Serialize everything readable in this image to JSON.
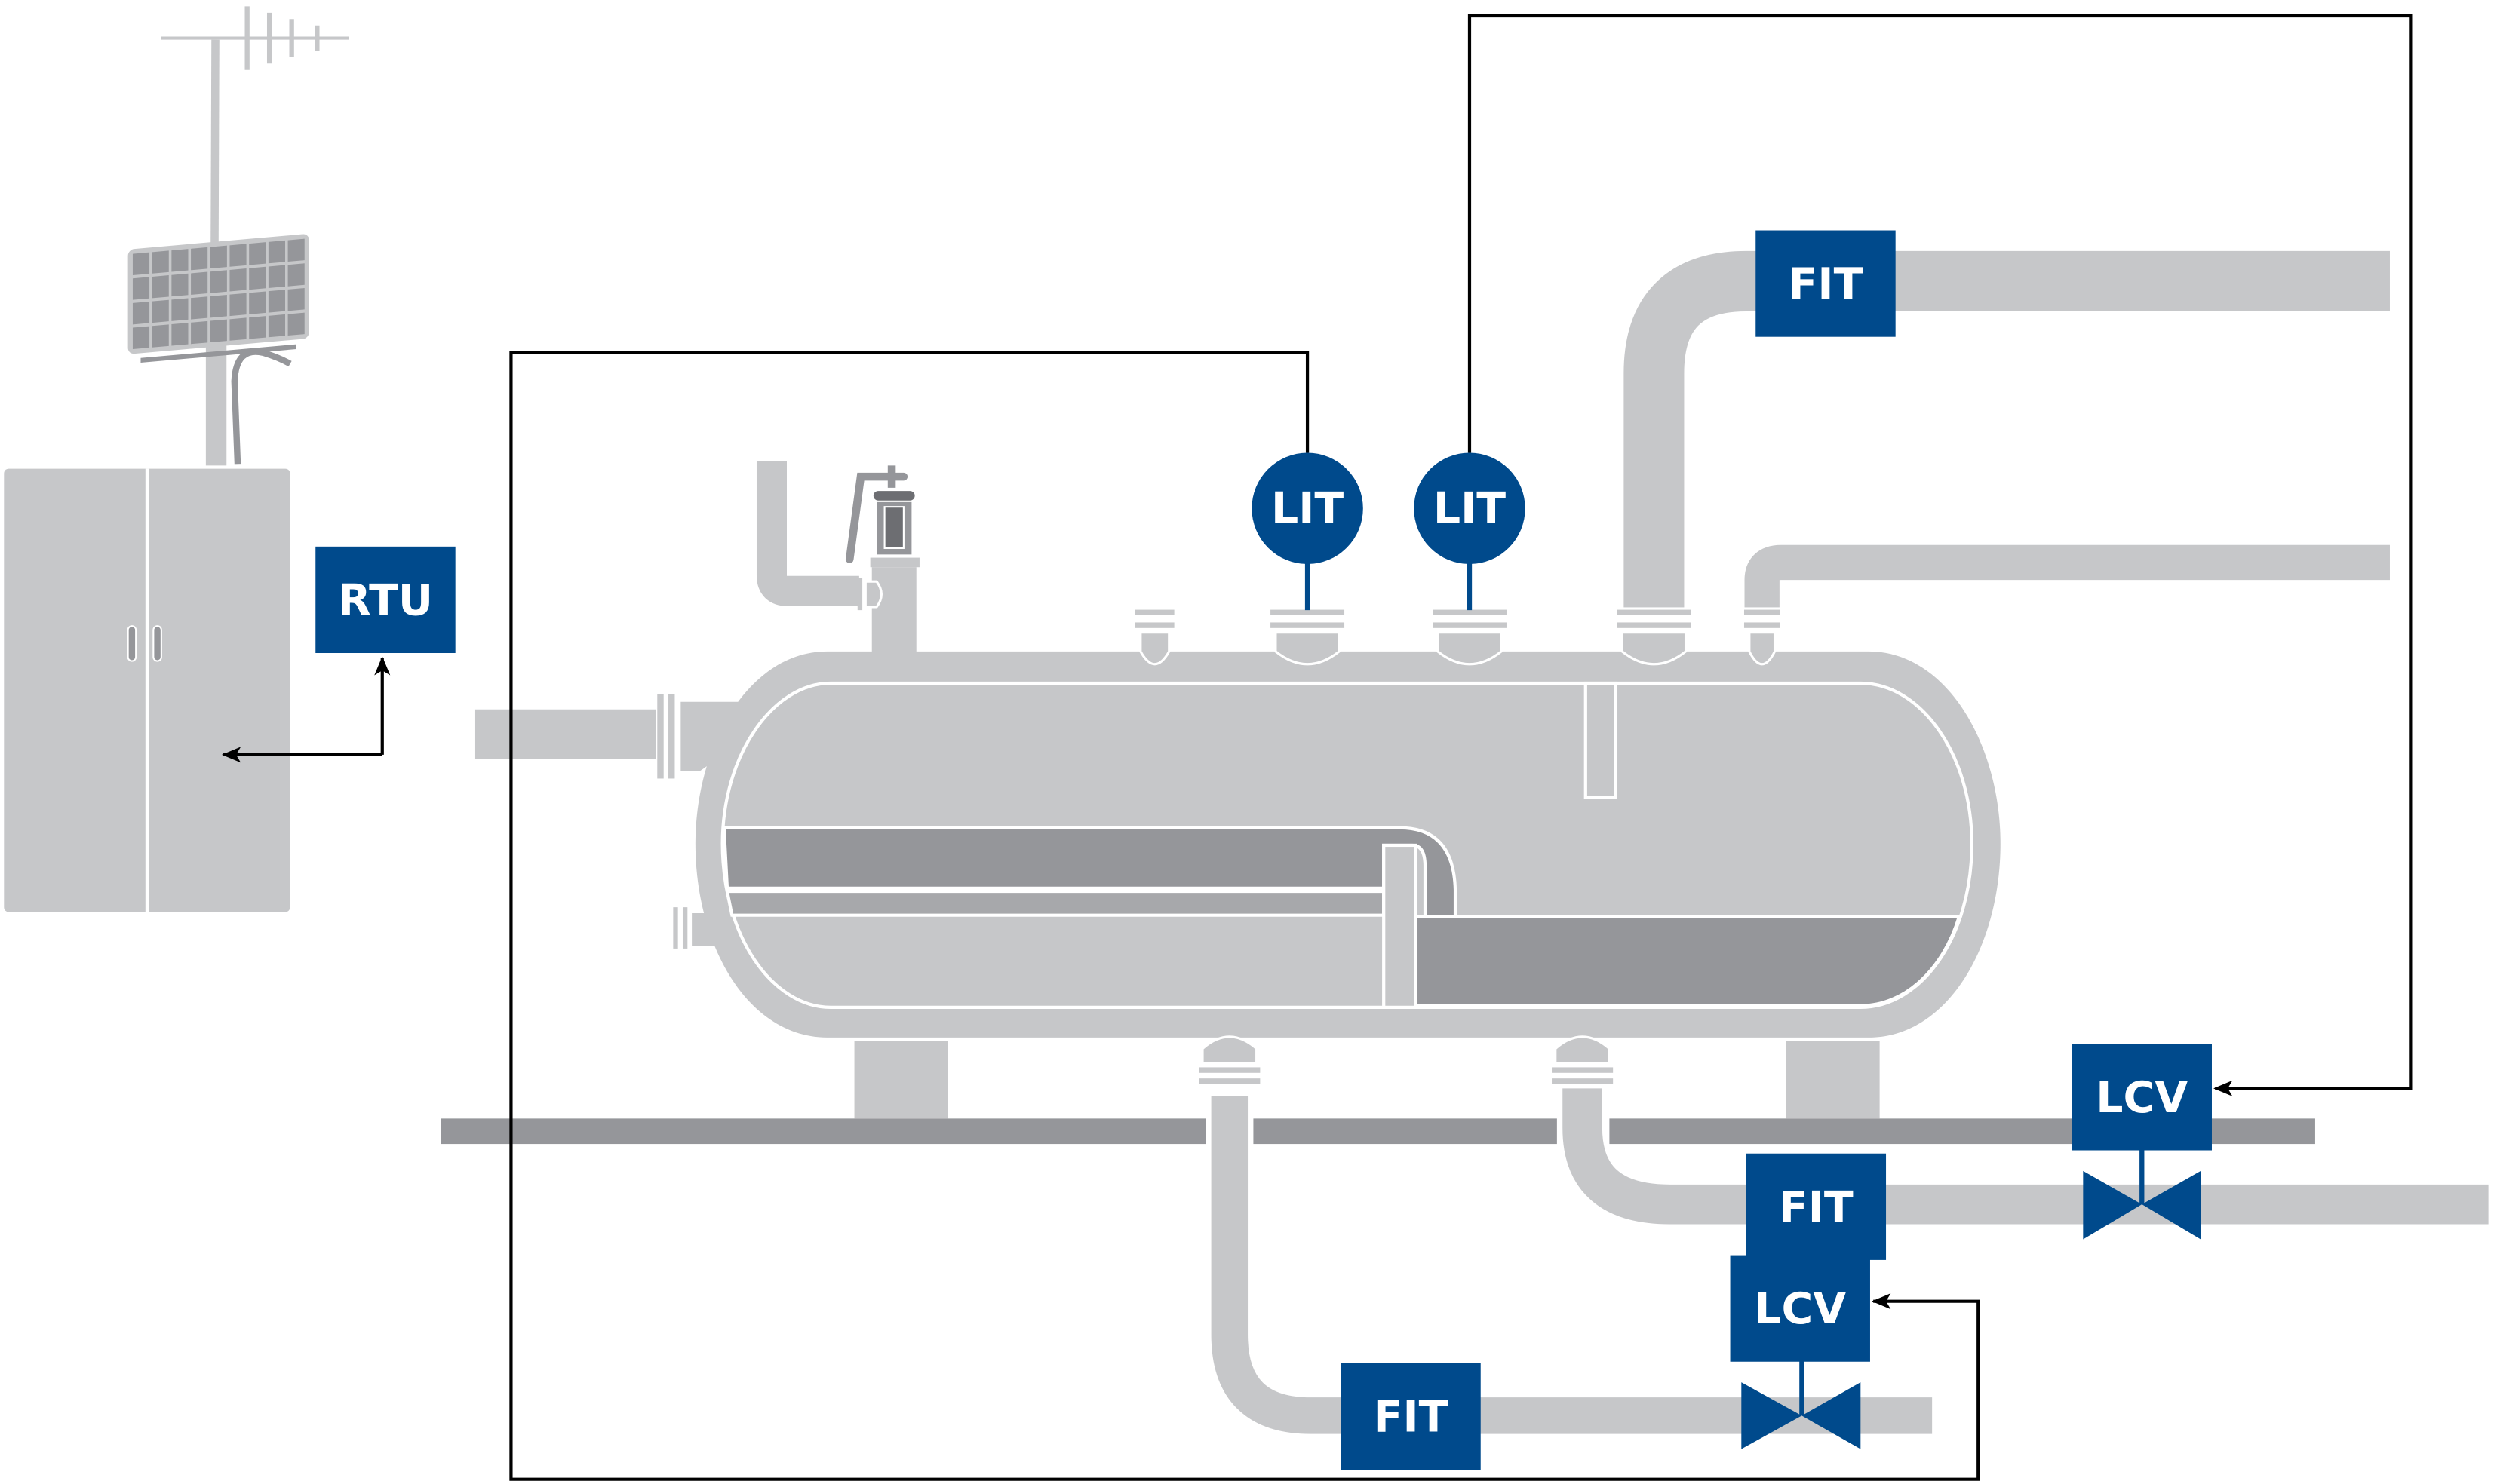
{
  "colors": {
    "pipe": "#c6c7c9",
    "dark": "#95969a",
    "blue": "#004a8c",
    "signal": "#000000"
  },
  "instruments": {
    "rtu": "RTU",
    "lit_1": "LIT",
    "lit_2": "LIT",
    "fit_gas": "FIT",
    "fit_water": "FIT",
    "fit_oil": "FIT",
    "lcv_oil": "LCV",
    "lcv_water": "LCV"
  }
}
